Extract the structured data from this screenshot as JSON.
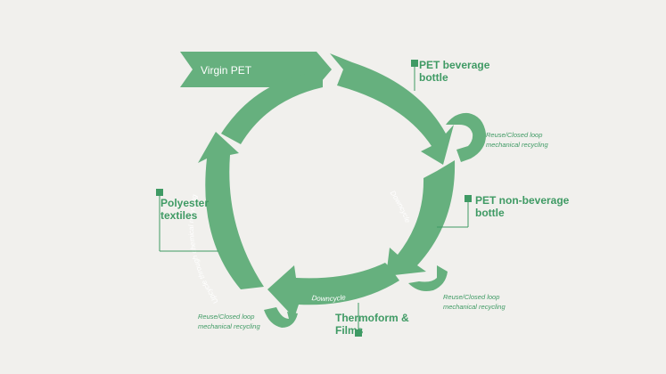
{
  "diagram": {
    "start": {
      "label": "Virgin PET"
    },
    "nodes": [
      {
        "id": "pet-beverage",
        "lines": [
          "PET beverage",
          "bottle"
        ]
      },
      {
        "id": "pet-non-beverage",
        "lines": [
          "PET non-beverage",
          "bottle"
        ]
      },
      {
        "id": "thermoform",
        "lines": [
          "Thermoform &",
          "Films"
        ]
      },
      {
        "id": "polyester",
        "lines": [
          "Polyester",
          "textiles"
        ]
      }
    ],
    "arc_labels": {
      "downcycle_right": "Downcycle",
      "downcycle_bottom": "Downcycle",
      "upcycle_left": "Upcycle through chemical recycling"
    },
    "loops": [
      {
        "id": "loop-top-right",
        "lines": [
          "Reuse/Closed loop",
          "mechanical recycling"
        ]
      },
      {
        "id": "loop-bottom-right",
        "lines": [
          "Reuse/Closed loop",
          "mechanical recycling"
        ]
      },
      {
        "id": "loop-bottom-left",
        "lines": [
          "Reuse/Closed loop",
          "mechanical recycling"
        ]
      }
    ],
    "colors": {
      "arrow": "#66b07e",
      "text": "#3f9a64",
      "background": "#f1f0ed"
    }
  }
}
